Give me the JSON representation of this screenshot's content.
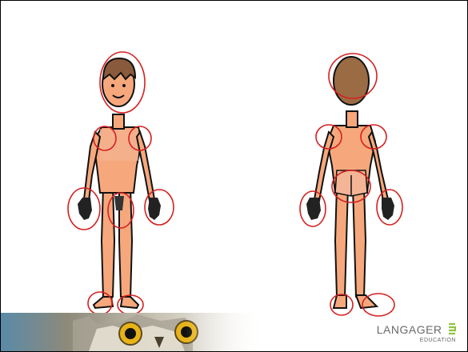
{
  "logo": {
    "name": "LANGAGER",
    "sub": "EDUCATION",
    "accent_color": "#8fc43f"
  },
  "figures": [
    {
      "label": "front",
      "view": "front"
    },
    {
      "label": "back",
      "view": "back"
    }
  ],
  "colors": {
    "skin": "#f6a87c",
    "skin_dark": "#e88a5c",
    "hair": "#8a5a3c",
    "head_back": "#9b6b44",
    "outline": "#111111",
    "highlight_circle": "#d62020"
  },
  "highlighted_regions_front": [
    "head",
    "left-armpit",
    "right-armpit",
    "left-hand",
    "right-hand",
    "genitals",
    "left-foot",
    "right-foot"
  ],
  "highlighted_regions_back": [
    "head",
    "left-armpit",
    "right-armpit",
    "buttocks",
    "left-hand",
    "right-hand",
    "left-foot",
    "right-foot"
  ]
}
